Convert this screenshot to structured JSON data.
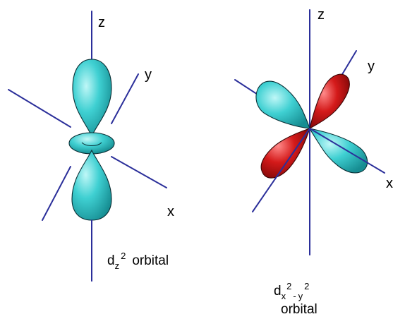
{
  "left_orbital": {
    "axis_labels": {
      "z": "z",
      "y": "y",
      "x": "x"
    },
    "caption": {
      "base": "d",
      "subscript": "z",
      "superscript": "2",
      "suffix": "orbital"
    },
    "colors": {
      "lobe": "#36c6c8",
      "torus": "#36c6c8",
      "axis": "#2b2f9a"
    }
  },
  "right_orbital": {
    "axis_labels": {
      "z": "z",
      "y": "y",
      "x": "x"
    },
    "caption": {
      "base": "d",
      "sub1": "x",
      "sup1": "2",
      "minus": "-",
      "sub2": "y",
      "sup2": "2",
      "suffix": "orbital"
    },
    "colors": {
      "positive_lobe": "#36c6c8",
      "negative_lobe": "#c41414",
      "axis": "#2b2f9a"
    }
  }
}
